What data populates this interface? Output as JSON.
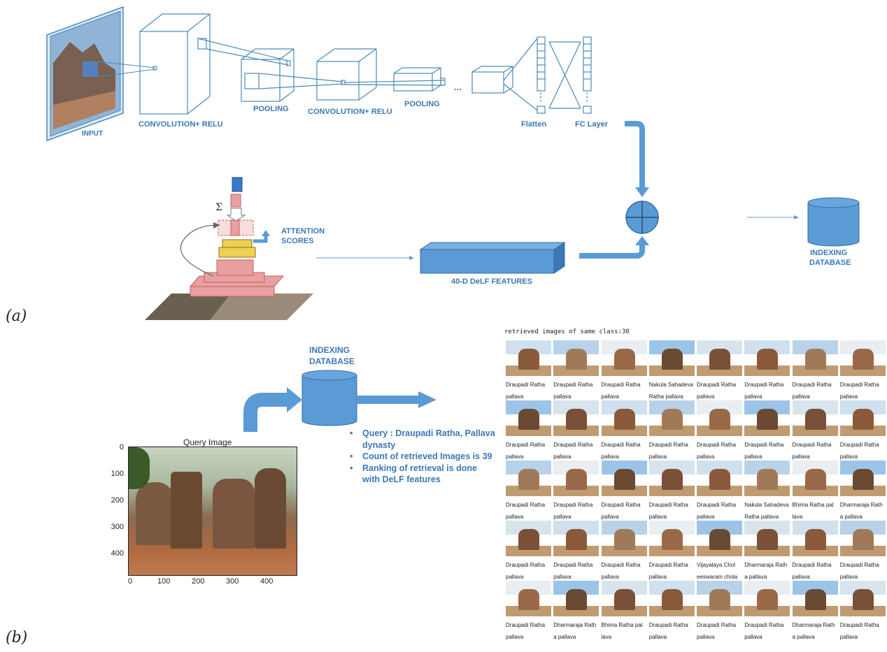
{
  "panel_a": {
    "label": "(a)",
    "cnn": {
      "input": "INPUT",
      "conv1": "CONVOLUTION+ RELU",
      "pool1": "POOLING",
      "conv2": "CONVOLUTION+ RELU",
      "pool2": "POOLING",
      "ellipsis": "...",
      "flatten": "Flatten",
      "fc": "FC Layer"
    },
    "attention": {
      "sigma": "Σ",
      "scores_line1": "ATTENTION",
      "scores_line2": "SCORES"
    },
    "features": "40-D DeLF FEATURES",
    "db_line1": "INDEXING",
    "db_line2": "DATABASE"
  },
  "panel_b": {
    "label": "(b)",
    "db_line1": "INDEXING",
    "db_line2": "DATABASE",
    "query_plot": {
      "title": "Query Image",
      "y_ticks": [
        "0",
        "100",
        "200",
        "300",
        "400"
      ],
      "x_ticks": [
        "0",
        "100",
        "200",
        "300",
        "400"
      ]
    },
    "bullets": [
      "Query : Draupadi Ratha, Pallava dynasty",
      "Count of retrieved Images is 39",
      "Ranking of retrieval is done with DeLF features"
    ],
    "retrieved_header": "retrieved images of same class:30",
    "retrieved": [
      [
        "Draupadi Ratha",
        "pallava"
      ],
      [
        "Draupadi Ratha",
        "pallava"
      ],
      [
        "Draupadi Ratha",
        "pallava"
      ],
      [
        "Nakula Sahadeva",
        "Ratha pallava"
      ],
      [
        "Draupadi Ratha",
        "pallava"
      ],
      [
        "Draupadi Ratha",
        "pallava"
      ],
      [
        "Draupadi Ratha",
        "pallava"
      ],
      [
        "Draupadi Ratha",
        "pallava"
      ],
      [
        "Draupadi Ratha",
        "pallava"
      ],
      [
        "Draupadi Ratha",
        "pallava"
      ],
      [
        "Draupadi Ratha",
        "pallava"
      ],
      [
        "Draupadi Ratha",
        "pallava"
      ],
      [
        "Draupadi Ratha",
        "pallava"
      ],
      [
        "Draupadi Ratha",
        "pallava"
      ],
      [
        "Draupadi Ratha",
        "pallava"
      ],
      [
        "Draupadi Ratha",
        "pallava"
      ],
      [
        "Draupadi Ratha",
        "pallava"
      ],
      [
        "Draupadi Ratha",
        "pallava"
      ],
      [
        "Draupadi Ratha",
        "pallava"
      ],
      [
        "Draupadi Ratha",
        "pallava"
      ],
      [
        "Draupadi Ratha",
        "pallava"
      ],
      [
        "Nakula Sahadeva",
        "Ratha pallava"
      ],
      [
        "Bhima Ratha pal",
        "lava"
      ],
      [
        "Dharmaraja Rath",
        "a pallava"
      ],
      [
        "Draupadi Ratha",
        "pallava"
      ],
      [
        "Draupadi Ratha",
        "pallava"
      ],
      [
        "Draupadi Ratha",
        "pallava"
      ],
      [
        "Draupadi Ratha",
        "pallava"
      ],
      [
        "Vijayalaya Chol",
        "eeswaram chola"
      ],
      [
        "Dharmaraja Rath",
        "a pallava"
      ],
      [
        "Draupadi Ratha",
        "pallava"
      ],
      [
        "Draupadi Ratha",
        "pallava"
      ],
      [
        "Draupadi Ratha",
        "pallava"
      ],
      [
        "Dharmaraja Rath",
        "a pallava"
      ],
      [
        "Bhima Ratha pal",
        "lava"
      ],
      [
        "Draupadi Ratha",
        "pallava"
      ],
      [
        "Draupadi Ratha",
        "pallava"
      ],
      [
        "Draupadi Ratha",
        "pallava"
      ],
      [
        "Dharmaraja Rath",
        "a pallava"
      ],
      [
        "Draupadi Ratha",
        "pallava"
      ]
    ]
  },
  "colors": {
    "accent_blue": "#3a78b8",
    "box_blue": "#5b9bd5",
    "wire_blue": "#4a8ab8",
    "attention_pink": "#e8a0a0",
    "attention_yellow": "#f0d050"
  }
}
